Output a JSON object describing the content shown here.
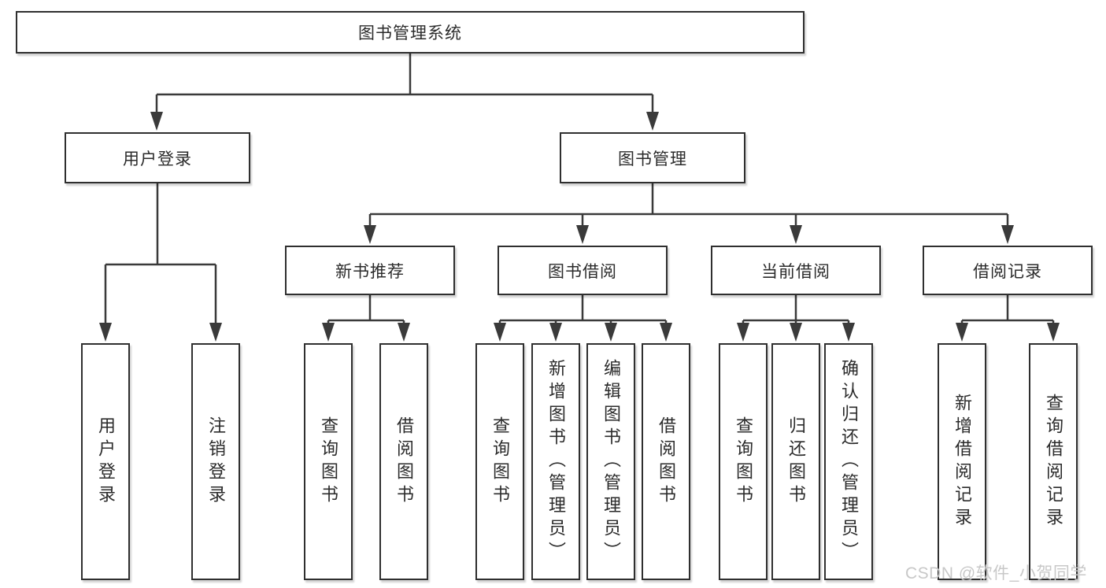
{
  "tree": {
    "root": {
      "label": "图书管理系统"
    },
    "branches": [
      {
        "label": "用户登录",
        "leaves": [
          {
            "label": "用户登录"
          },
          {
            "label": "注销登录"
          }
        ]
      },
      {
        "label": "图书管理",
        "groups": [
          {
            "label": "新书推荐",
            "leaves": [
              {
                "label": "查询图书"
              },
              {
                "label": "借阅图书"
              }
            ]
          },
          {
            "label": "图书借阅",
            "leaves": [
              {
                "label": "查询图书"
              },
              {
                "label": "新增图书（管理员）"
              },
              {
                "label": "编辑图书（管理员）"
              },
              {
                "label": "借阅图书"
              }
            ]
          },
          {
            "label": "当前借阅",
            "leaves": [
              {
                "label": "查询图书"
              },
              {
                "label": "归还图书"
              },
              {
                "label": "确认归还（管理员）"
              }
            ]
          },
          {
            "label": "借阅记录",
            "leaves": [
              {
                "label": "新增借阅记录"
              },
              {
                "label": "查询借阅记录"
              }
            ]
          }
        ]
      }
    ]
  },
  "watermark": {
    "text": "CSDN @软件_小贺同学"
  },
  "colors": {
    "line": "#3a3a3a",
    "box_border": "#2f2f2f",
    "text": "#2b2b2b",
    "watermark": "#c8c8c8",
    "background": "#ffffff"
  }
}
